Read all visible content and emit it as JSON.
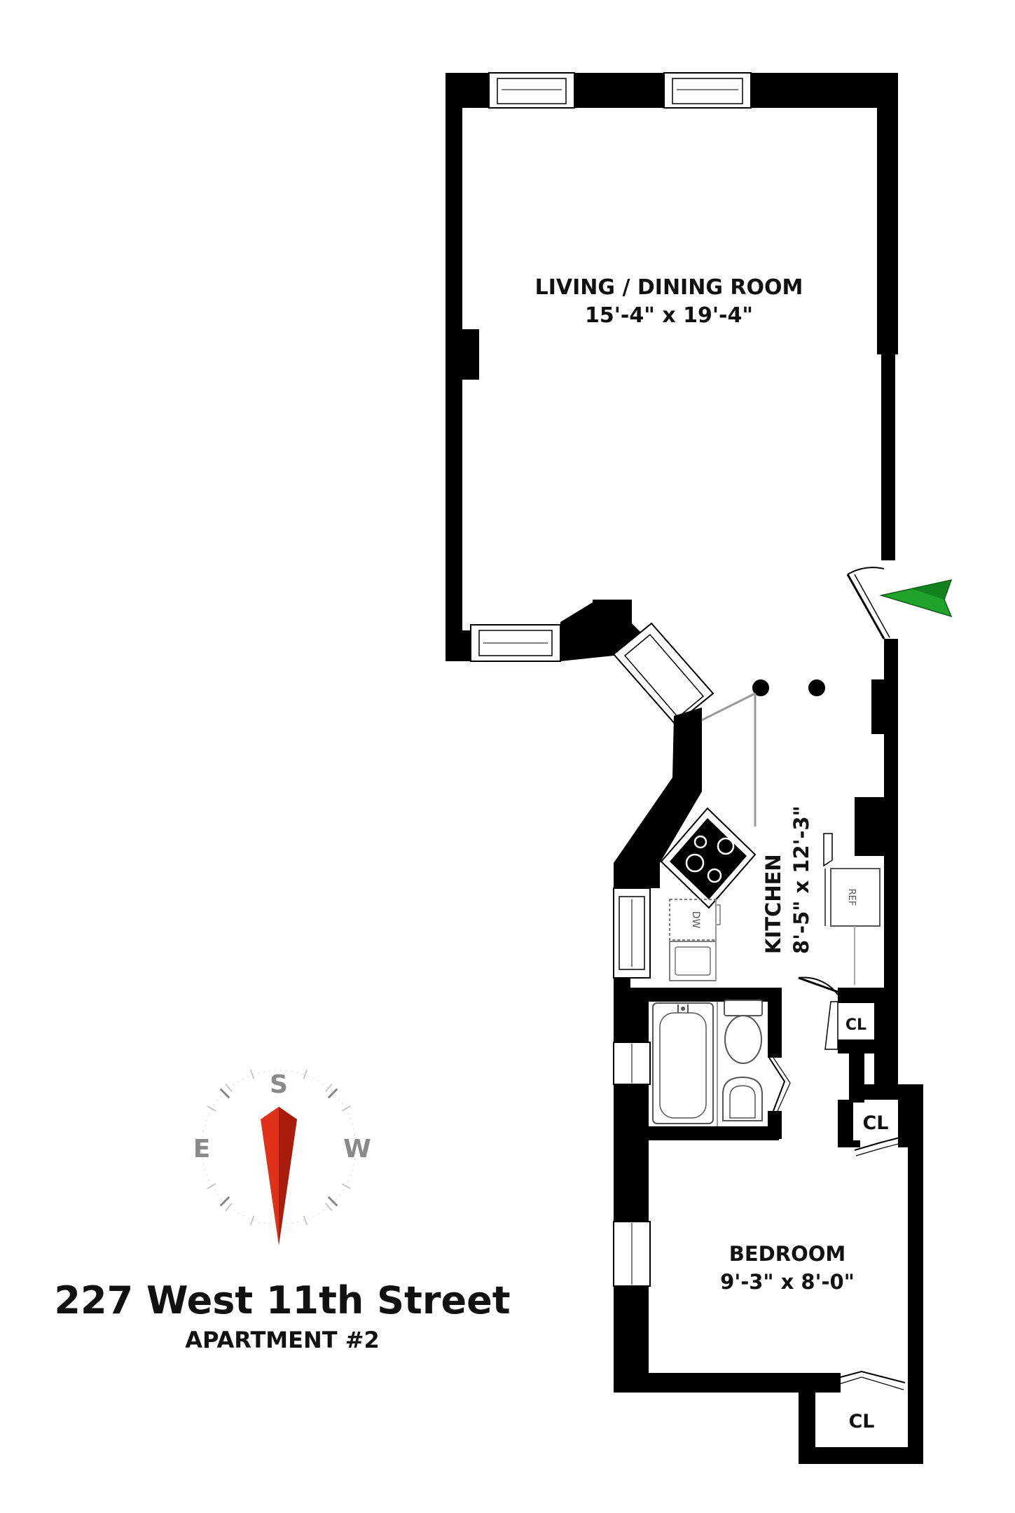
{
  "address": {
    "street": "227 West 11th Street",
    "unit": "APARTMENT #2"
  },
  "rooms": {
    "living": {
      "name": "LIVING / DINING ROOM",
      "size": "15'-4\" x 19'-4\""
    },
    "kitchen": {
      "name": "KITCHEN",
      "size": "8'-5\" x 12'-3\""
    },
    "bedroom": {
      "name": "BEDROOM",
      "size": "9'-3\" x 8'-0\""
    }
  },
  "fixtures": {
    "dishwasher": "DW",
    "refrigerator": "REF",
    "closet_1": "CL",
    "closet_2": "CL",
    "closet_3": "CL"
  },
  "compass": {
    "north_label": "S",
    "left_label": "E",
    "right_label": "W",
    "needle_color": "#e0321b"
  },
  "colors": {
    "wall": "#000000",
    "entry_arrow": "#1fa32a"
  }
}
